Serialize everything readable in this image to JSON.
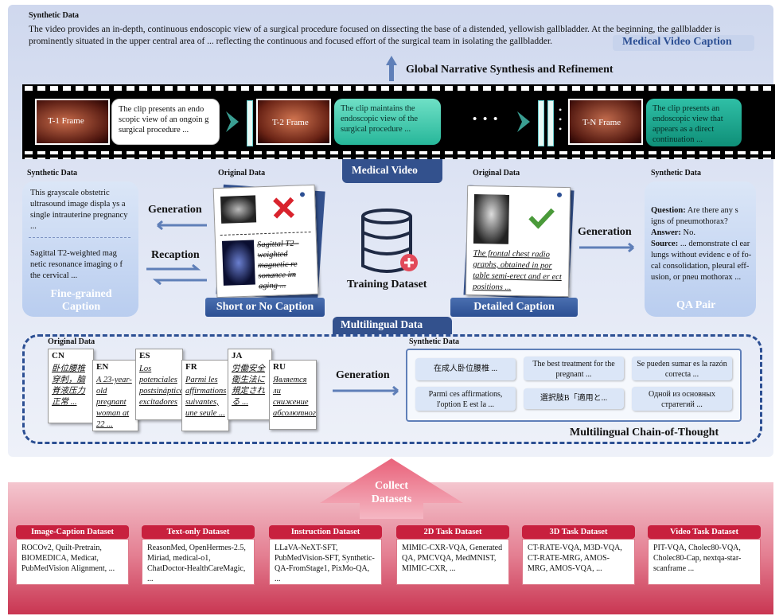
{
  "top_caption": {
    "label": "Synthetic Data",
    "text": "The video provides an in-depth, continuous endoscopic view of a surgical procedure focused on dissecting the base of a distended, yellowish gallbladder. At the beginning, the gallbladder is prominently situated in the upper central area of ... reflecting the continuous and focused effort of the surgical team in isolating the gallbladder.",
    "badge": "Medical Video Caption"
  },
  "global_step": "Global Narrative Synthesis and Refinement",
  "video": {
    "frames": [
      "T-1 Frame",
      "T-2 Frame",
      "T-N Frame"
    ],
    "clips": [
      "The clip presents an endo scopic view of an ongoin g surgical procedure ...",
      "The clip maintains the endoscopic view of the surgical procedure ...",
      "The clip presents an endoscopic view that appears as a direct continuation ..."
    ],
    "ellipsis": "• • •",
    "label": "Medical Video"
  },
  "left": {
    "synthetic_label": "Synthetic Data",
    "text1": "This grayscale obstetric ultrasound image displa ys a single intrauterine pregnancy ...",
    "text2": "Sagittal T2-weighted mag netic resonance imaging o f the cervical ...",
    "title": "Fine-grained Caption",
    "generation": "Generation",
    "recaption": "Recaption",
    "original_label": "Original Data",
    "orig_text": "Sagittal T2 -weighted magnetic re sonance im aging ...",
    "banner": "Short or No Caption"
  },
  "center": {
    "label": "Training Dataset"
  },
  "right": {
    "original_label": "Original Data",
    "orig_text": "The frontal chest radio graphs, obtained in por table semi-erect and er ect positions ...",
    "banner": "Detailed Caption",
    "generation": "Generation",
    "synthetic_label": "Synthetic Data",
    "q_label": "Question:",
    "q_text": " Are there any s igns of pneumothorax?",
    "a_label": "Answer:",
    "a_text": " No.",
    "s_label": "Source:",
    "s_text": " ... demonstrate cl ear lungs without evidenc e of fo-cal consolidation, pleural eff-usion, or pneu mothorax ...",
    "title": "QA Pair"
  },
  "multilingual": {
    "tab": "Multilingual Data",
    "original_label": "Original Data",
    "docs": [
      {
        "lang": "CN",
        "text": "卧位腰椎穿刺，脑脊液压力正常 ..."
      },
      {
        "lang": "EN",
        "text": "A 23-year-old pregnant woman at 22 ..."
      },
      {
        "lang": "ES",
        "text": "Los potenciales postsinápticos excitadores ..."
      },
      {
        "lang": "FR",
        "text": "Parmi les affirmations suivantes, une seule ..."
      },
      {
        "lang": "JA",
        "text": "労働安全衛生法に規定される ..."
      },
      {
        "lang": "RU",
        "text": "Является ли снижение абсолютного ..."
      }
    ],
    "generation": "Generation",
    "synthetic_label": "Synthetic Data",
    "chips": [
      "在成人卧位腰椎 ...",
      "The best treatment for the pregnant ...",
      "Se pueden sumar es la razón correcta ...",
      "Parmi ces affirmations, l'option E est la ...",
      "選択肢B「適用と...",
      "Одной из основных стратегий ..."
    ],
    "title": "Multilingual Chain-of-Thought"
  },
  "collect": {
    "label": "Collect Datasets"
  },
  "datasets": [
    {
      "title": "Image-Caption Dataset",
      "body": "ROCOv2, Quilt-Pretrain, BIOMEDICA, Medicat, PubMedVision Alignment, ..."
    },
    {
      "title": "Text-only Dataset",
      "body": "ReasonMed, OpenHermes-2.5, Miriad, medical-o1, ChatDoctor-HealthCareMagic, ..."
    },
    {
      "title": "Instruction Dataset",
      "body": "LLaVA-NeXT-SFT, PubMedVision-SFT, Synthetic-QA-FromStage1, PixMo-QA, ..."
    },
    {
      "title": "2D Task Dataset",
      "body": "MIMIC-CXR-VQA, Generated QA, PMCVQA, MedMNIST, MIMIC-CXR, ..."
    },
    {
      "title": "3D Task Dataset",
      "body": "CT-RATE-VQA, M3D-VQA, CT-RATE-MRG, AMOS-MRG, AMOS-VQA, ..."
    },
    {
      "title": "Video Task Dataset",
      "body": "PIT-VQA, Cholec80-VQA, Cholec80-Cap, nextqa-star-scanframe ..."
    }
  ],
  "colors": {
    "accent_blue": "#2c4f93",
    "accent_red": "#c8203e",
    "teal": "#2fbfa6",
    "check": "#4a9a3a",
    "cross": "#d9232d"
  }
}
